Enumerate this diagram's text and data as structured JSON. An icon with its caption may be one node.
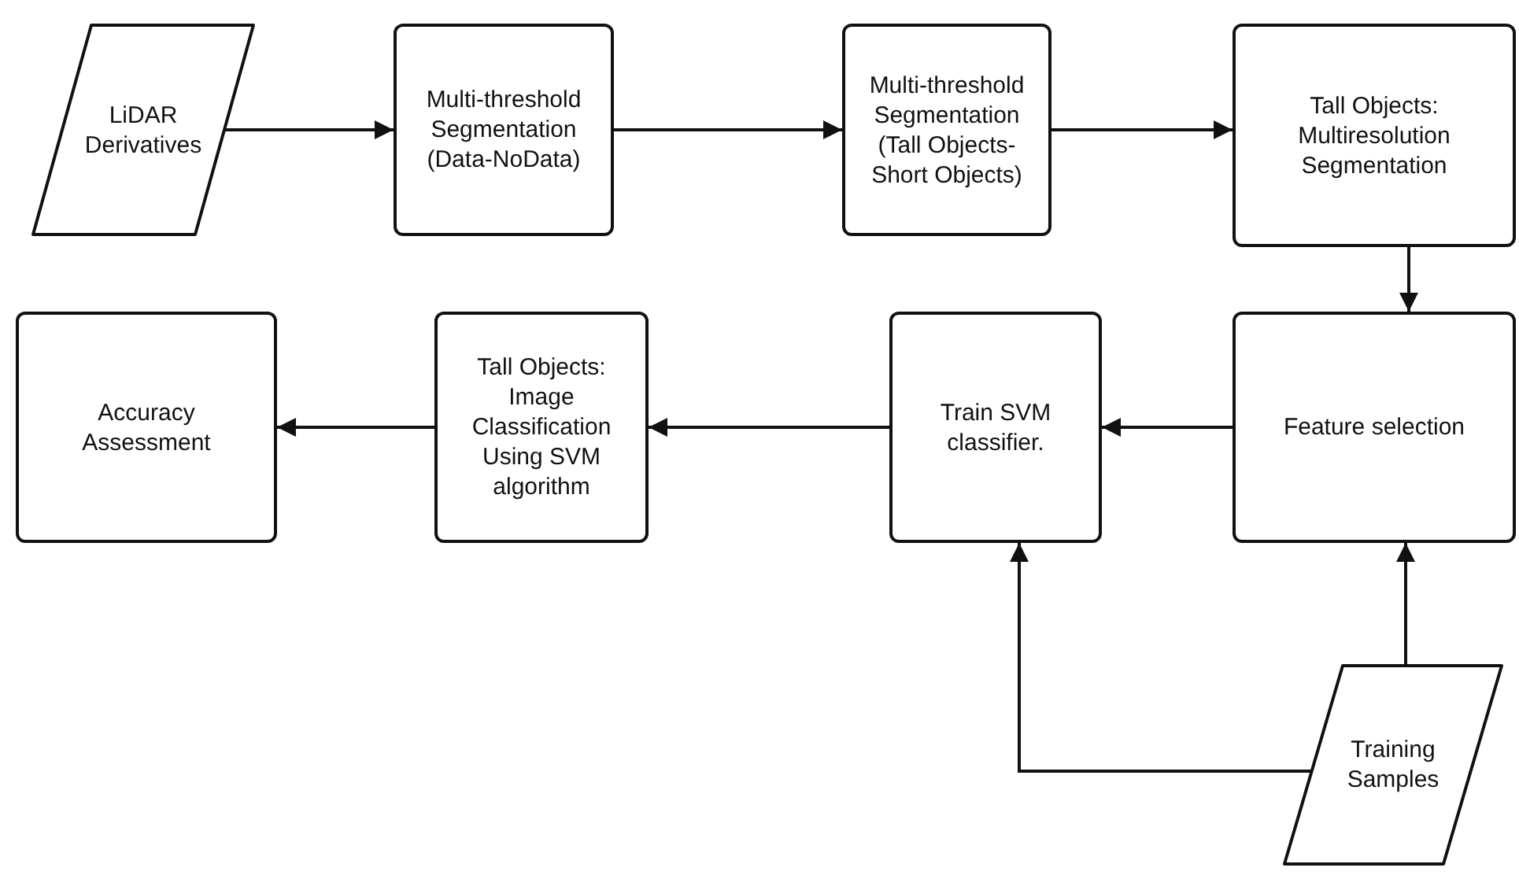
{
  "diagram": {
    "nodes": [
      {
        "text": [
          "LiDAR Derivatives"
        ]
      },
      {
        "text": [
          "Multi-threshold Segmentation (Data-NoData)"
        ]
      },
      {
        "text": [
          "Multi-threshold Segmentation (Tall Objects-Short Objects)"
        ]
      },
      {
        "text": [
          "Tall Objects: Multiresolution Segmentation"
        ]
      },
      {
        "text": [
          "Accuracy Assessment"
        ]
      },
      {
        "text": [
          "Tall Objects: Image Classification Using SVM algorithm"
        ]
      },
      {
        "text": [
          "Train SVM classifier."
        ]
      },
      {
        "text": [
          "Feature selection"
        ]
      },
      {
        "text": [
          "Training Samples"
        ]
      }
    ],
    "edges": [
      {
        "from": 0,
        "to": 1,
        "arrow": "to"
      },
      {
        "from": 1,
        "to": 2,
        "arrow": "to"
      },
      {
        "from": 2,
        "to": 3,
        "arrow": "to"
      },
      {
        "from": 3,
        "to": 7,
        "arrow": "to"
      },
      {
        "from": 7,
        "to": 6,
        "arrow": "to"
      },
      {
        "from": 6,
        "to": 5,
        "arrow": "to"
      },
      {
        "from": 5,
        "to": 4,
        "arrow": "to"
      },
      {
        "from": 8,
        "to": 6,
        "arrow": "to"
      },
      {
        "from": 8,
        "to": 7,
        "arrow": "to"
      }
    ]
  }
}
